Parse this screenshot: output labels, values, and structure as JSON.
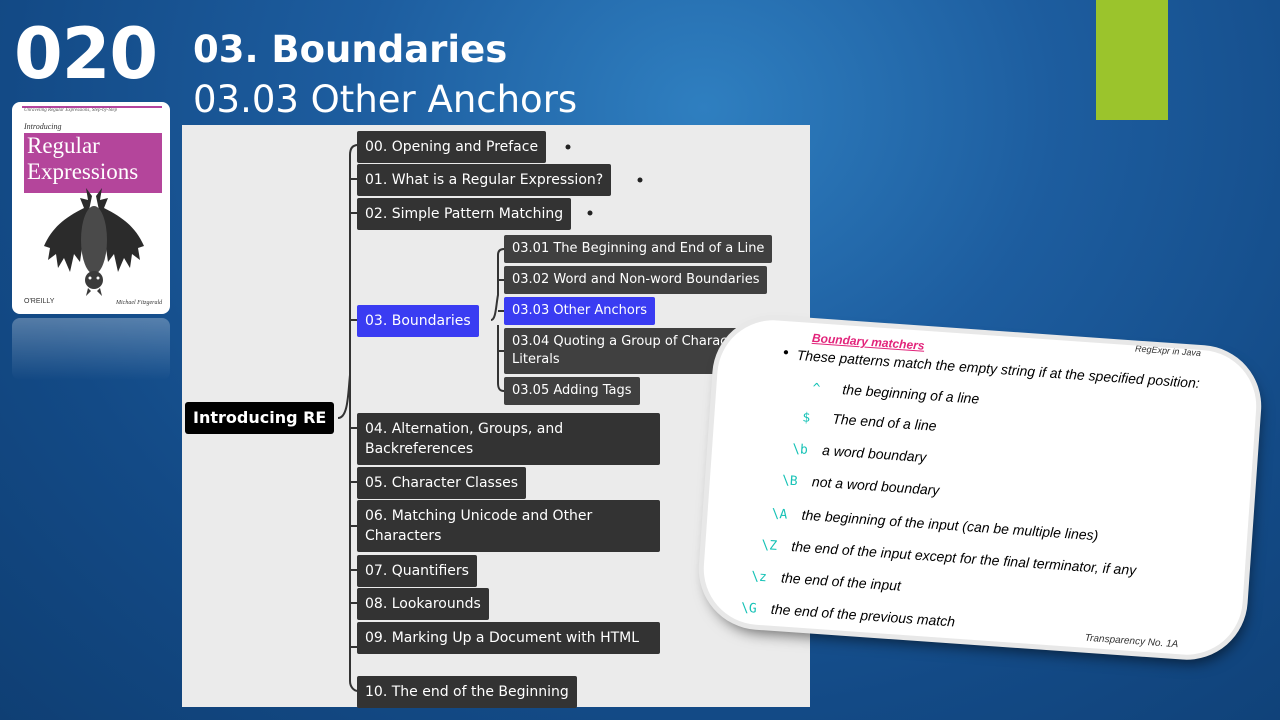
{
  "slide": {
    "number": "020",
    "title": "03. Boundaries",
    "subtitle": "03.03 Other Anchors"
  },
  "book": {
    "tagline": "Unraveling Regular Expressions, Step-by-Step",
    "introducing": "Introducing",
    "title_line1": "Regular",
    "title_line2": "Expressions",
    "publisher": "O'REILLY",
    "author": "Michael Fitzgerald"
  },
  "mindmap": {
    "root": "Introducing RE",
    "chapters": [
      "00. Opening and Preface",
      "01. What is a Regular Expression?",
      "02. Simple Pattern Matching",
      "03. Boundaries",
      "04. Alternation, Groups, and Backreferences",
      "05. Character Classes",
      "06. Matching Unicode and Other Characters",
      "07. Quantifiers",
      "08. Lookarounds",
      "09. Marking Up a Document with HTML",
      "10. The end of the Beginning"
    ],
    "sections": [
      "03.01 The Beginning and End of a Line",
      "03.02 Word and Non-word Boundaries",
      "03.03 Other Anchors",
      "03.04 Quoting a Group of Characters as Literals",
      "03.05 Adding Tags"
    ],
    "selected_chapter": "03. Boundaries",
    "selected_section": "03.03 Other Anchors"
  },
  "card": {
    "header_ref": "RegExpr in Java",
    "title": "Boundary matchers",
    "bullet": "These patterns match the empty string if at the specified position:",
    "rows": [
      {
        "sym": "^",
        "desc": "the beginning of a line"
      },
      {
        "sym": "$",
        "desc": "The end of a line"
      },
      {
        "sym": "\\b",
        "desc": "a word boundary"
      },
      {
        "sym": "\\B",
        "desc": "not a word boundary"
      },
      {
        "sym": "\\A",
        "desc": "the beginning of the input (can be multiple lines)"
      },
      {
        "sym": "\\Z",
        "desc": "the end of the input except for the final terminator, if any"
      },
      {
        "sym": "\\z",
        "desc": "the end of the input"
      },
      {
        "sym": "\\G",
        "desc": "the end of the previous match"
      }
    ],
    "footer": "Transparency No. 1A"
  },
  "colors": {
    "accent_green": "#9bc42c",
    "selected_node": "#3a3cf2",
    "card_title": "#e2237a",
    "symbol": "#16c2b6"
  }
}
